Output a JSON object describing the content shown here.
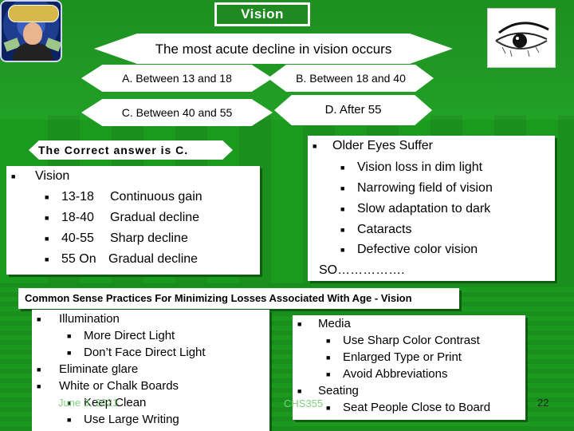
{
  "slide": {
    "title": "Vision",
    "question": "The most acute decline in vision occurs",
    "answers": {
      "a": "A. Between 13 and 18",
      "b": "B. Between 18 and 40",
      "c": "C. Between 40 and 55",
      "d": "D. After 55"
    },
    "correct_answer": "The Correct answer is C."
  },
  "vision_list": {
    "heading": "Vision",
    "items": [
      {
        "age": "13-18",
        "desc": "Continuous gain"
      },
      {
        "age": "18-40",
        "desc": "Gradual decline"
      },
      {
        "age": "40-55",
        "desc": "Sharp decline"
      },
      {
        "age": "55 On",
        "desc": "Gradual decline"
      }
    ]
  },
  "older_eyes": {
    "heading": "Older Eyes Suffer",
    "items": [
      "Vision loss in dim light",
      "Narrowing field of vision",
      "Slow adaptation to dark",
      "Cataracts",
      "Defective color vision"
    ],
    "closing": "SO……………."
  },
  "common_sense": {
    "title": "Common Sense Practices For Minimizing Losses Associated With Age - Vision"
  },
  "left_practices": {
    "illumination": "Illumination",
    "illumination_items": [
      "More Direct Light",
      "Don’t Face Direct Light"
    ],
    "glare": "Eliminate glare",
    "boards": "White or Chalk Boards",
    "boards_items": [
      "Keep Clean",
      "Use Large Writing"
    ]
  },
  "right_practices": {
    "media": "Media",
    "media_items": [
      "Use Sharp Color Contrast",
      "Enlarged Type or Print",
      "Avoid Abbreviations"
    ],
    "seating": "Seating",
    "seating_items": [
      "Seat People Close to Board"
    ]
  },
  "footer": {
    "left": "June 3, 2021",
    "middle": "CHS355",
    "page": "22"
  },
  "colors": {
    "background": "#1c9a1f",
    "panel": "#ffffff",
    "shadow": "#0e5d10"
  }
}
